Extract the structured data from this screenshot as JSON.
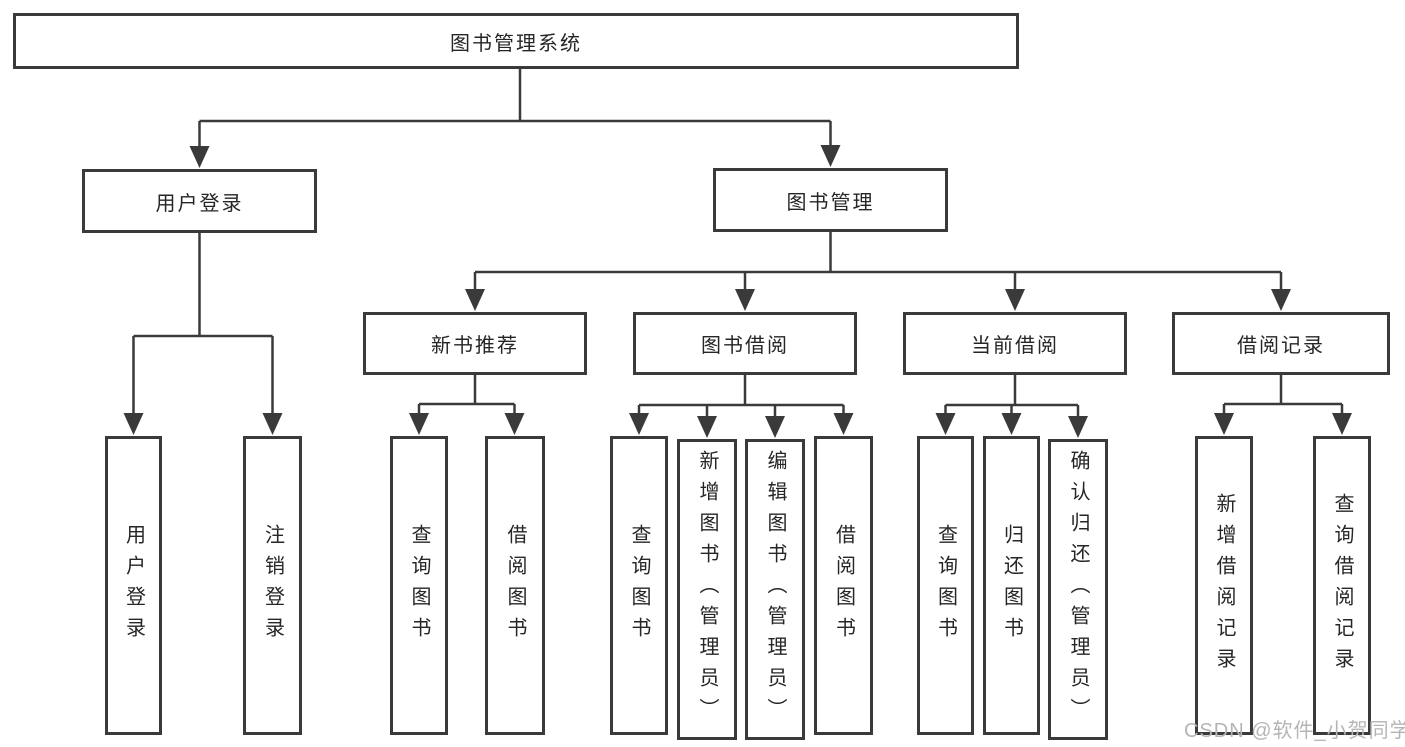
{
  "diagram": {
    "root": {
      "label": "图书管理系统"
    },
    "branches": {
      "user_login": {
        "label": "用户登录"
      },
      "book_mgmt": {
        "label": "图书管理"
      }
    },
    "modules": {
      "new_book_rec": {
        "label": "新书推荐"
      },
      "book_borrow": {
        "label": "图书借阅"
      },
      "current_borrow": {
        "label": "当前借阅"
      },
      "borrow_records": {
        "label": "借阅记录"
      }
    },
    "leaves": {
      "ul1": {
        "label": "用户登录"
      },
      "ul2": {
        "label": "注销登录"
      },
      "nb1": {
        "label": "查询图书"
      },
      "nb2": {
        "label": "借阅图书"
      },
      "bb1": {
        "label": "查询图书"
      },
      "bb2": {
        "label": "新增图书（管理员）"
      },
      "bb3": {
        "label": "编辑图书（管理员）"
      },
      "bb4": {
        "label": "借阅图书"
      },
      "cb1": {
        "label": "查询图书"
      },
      "cb2": {
        "label": "归还图书"
      },
      "cb3": {
        "label": "确认归还（管理员）"
      },
      "br1": {
        "label": "新增借阅记录"
      },
      "br2": {
        "label": "查询借阅记录"
      }
    }
  },
  "watermark": "CSDN @软件_小贺同学",
  "colors": {
    "line": "#3a3a3a",
    "text": "#262626",
    "watermark": "#b5b5b5",
    "background": "#ffffff"
  }
}
